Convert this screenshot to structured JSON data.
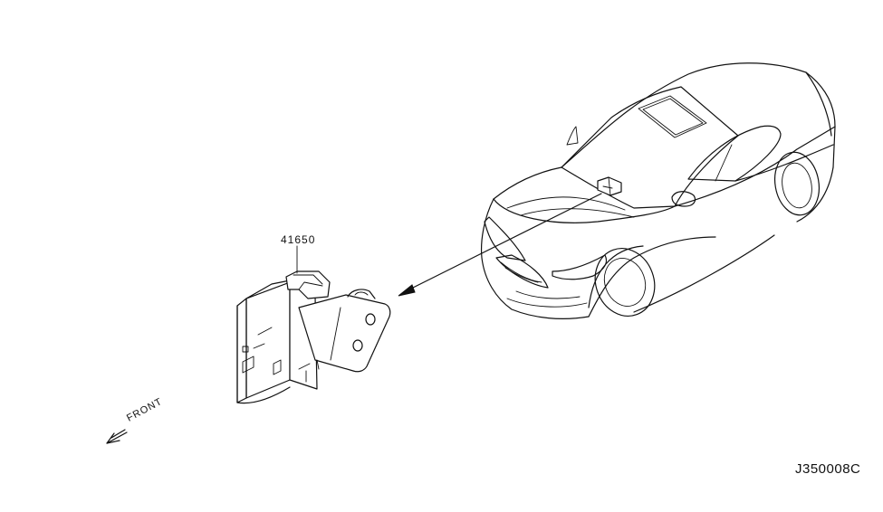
{
  "diagram": {
    "part_number": "41650",
    "front_label": "FRONT",
    "diagram_code": "J350008C"
  },
  "icons": {
    "front_arrow": "front-direction-arrow-icon",
    "pointer_arrow": "callout-arrow-icon"
  },
  "colors": {
    "ink": "#111111",
    "background": "#ffffff"
  }
}
